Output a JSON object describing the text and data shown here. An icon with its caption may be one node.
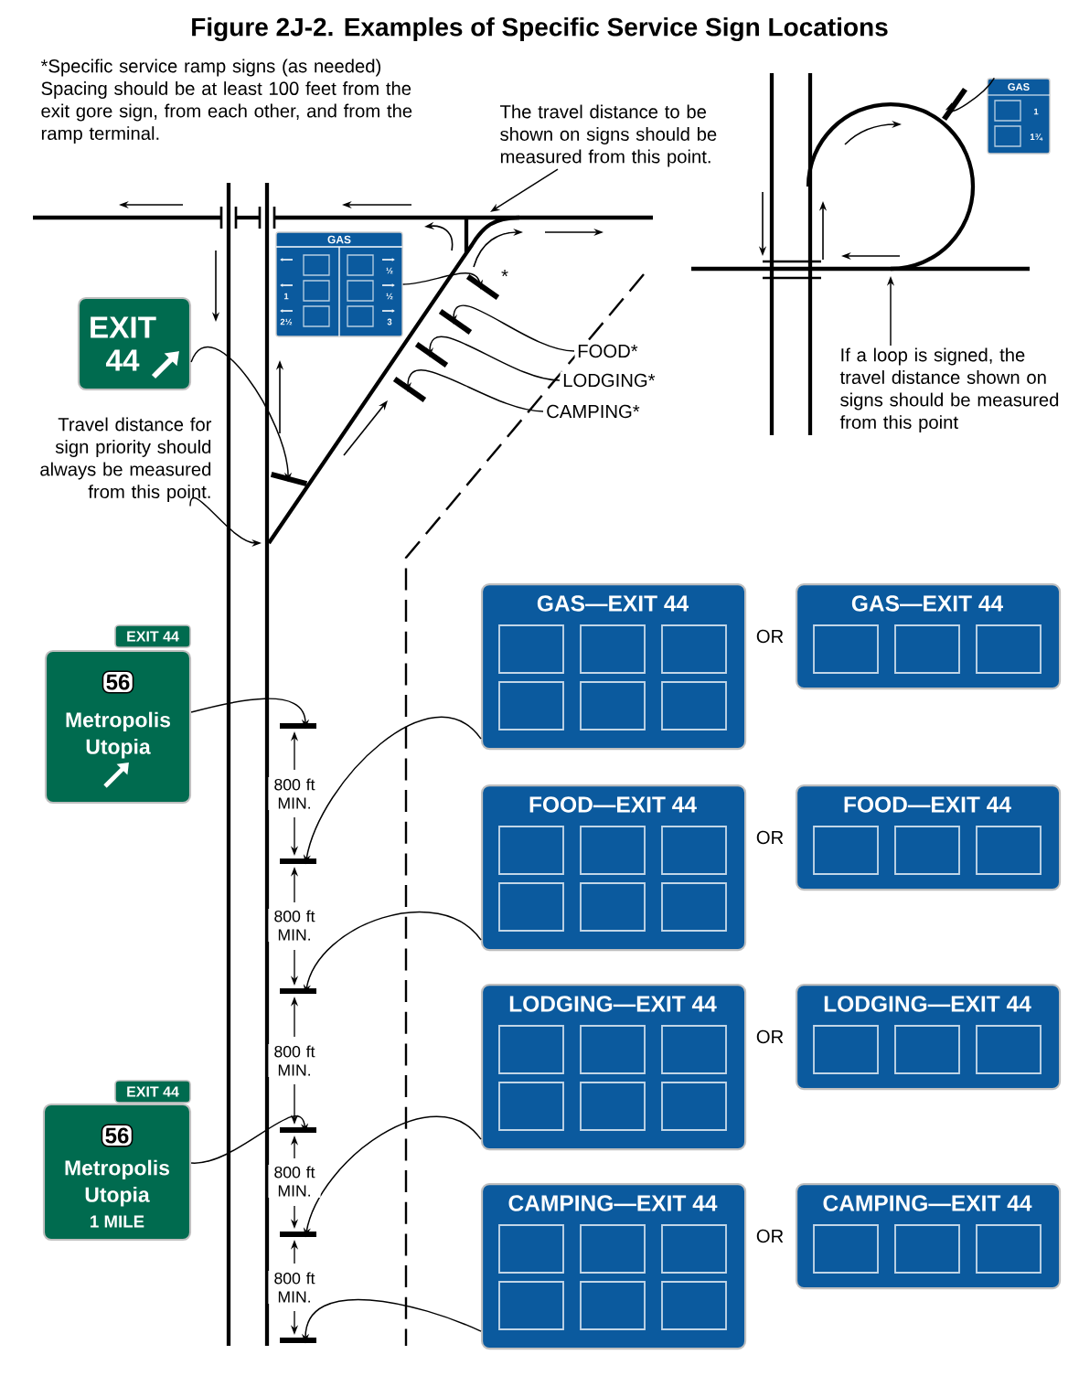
{
  "diagram": {
    "title": "Figure 2J-2. Examples of Specific Service Sign Locations",
    "nodes": [
      {
        "text": [
          "The travel distance to be shown on signs should be measured from this point."
        ]
      },
      {
        "text": [
          "EXIT 44"
        ]
      },
      {
        "text": [
          "GAS",
          "½",
          "1",
          "½",
          "2½",
          "3"
        ]
      },
      {
        "text": [],
        "shape": "bar"
      },
      {
        "text": [],
        "shape": "bar"
      },
      {
        "text": [],
        "shape": "bar"
      },
      {
        "text": [],
        "shape": "bar"
      },
      {
        "text": [
          "FOOD*"
        ]
      },
      {
        "text": [
          "LODGING*"
        ]
      },
      {
        "text": [
          "CAMPING*"
        ]
      },
      {
        "text": [
          "Travel distance for sign priority should always be measured from this point."
        ]
      },
      {
        "text": [],
        "shape": "bar"
      },
      {
        "text": [
          "GAS",
          "1",
          "1¾"
        ]
      },
      {
        "text": [],
        "shape": "bar"
      },
      {
        "text": [
          "If a loop is signed, the travel distance shown on signs should be measured from this point"
        ]
      },
      {
        "text": [
          "EXIT 44"
        ]
      },
      {
        "text": [
          "56",
          "Metropolis Utopia"
        ]
      },
      {
        "text": [
          "EXIT 44"
        ]
      },
      {
        "text": [
          "56",
          "Metropolis Utopia",
          "1 MILE"
        ]
      },
      {
        "text": [],
        "shape": "bar"
      },
      {
        "text": [],
        "shape": "bar"
      },
      {
        "text": [],
        "shape": "bar"
      },
      {
        "text": [],
        "shape": "bar"
      },
      {
        "text": [],
        "shape": "bar"
      },
      {
        "text": [],
        "shape": "bar"
      },
      {
        "text": [
          "GAS—EXIT 44"
        ]
      },
      {
        "text": [
          "GAS—EXIT 44"
        ]
      },
      {
        "text": [
          "FOOD—EXIT 44"
        ]
      },
      {
        "text": [
          "FOOD—EXIT 44"
        ]
      },
      {
        "text": [
          "LODGING—EXIT 44"
        ]
      },
      {
        "text": [
          "LODGING—EXIT 44"
        ]
      },
      {
        "text": [
          "CAMPING—EXIT 44"
        ]
      },
      {
        "text": [
          "CAMPING—EXIT 44"
        ]
      }
    ],
    "edges": [
      {
        "from": 0,
        "to": null,
        "arrow": "to"
      },
      {
        "from": 1,
        "to": 11,
        "arrow": "to"
      },
      {
        "from": 2,
        "to": 3,
        "arrow": "to"
      },
      {
        "from": 7,
        "to": 4,
        "arrow": "to"
      },
      {
        "from": 8,
        "to": 5,
        "arrow": "to"
      },
      {
        "from": 9,
        "to": 6,
        "arrow": "to"
      },
      {
        "from": 10,
        "to": null,
        "arrow": "to"
      },
      {
        "from": 12,
        "to": 13,
        "arrow": "to"
      },
      {
        "from": 14,
        "to": null,
        "arrow": "to"
      },
      {
        "from": 16,
        "to": 19,
        "arrow": "to"
      },
      {
        "from": 25,
        "to": 20,
        "arrow": "to"
      },
      {
        "from": 27,
        "to": 21,
        "arrow": "to"
      },
      {
        "from": 18,
        "to": 22,
        "arrow": "to"
      },
      {
        "from": 29,
        "to": 23,
        "arrow": "to"
      },
      {
        "from": 31,
        "to": 24,
        "arrow": "to"
      }
    ],
    "labels": [
      "*Specific service ramp signs (as needed) Spacing should be at least 100 feet from the exit gore sign, from each other, and from the ramp terminal.",
      "*",
      "OR",
      "800 ft MIN.",
      "OR",
      "800 ft MIN.",
      "OR",
      "800 ft MIN.",
      "800 ft MIN.",
      "OR",
      "800 ft MIN."
    ]
  }
}
